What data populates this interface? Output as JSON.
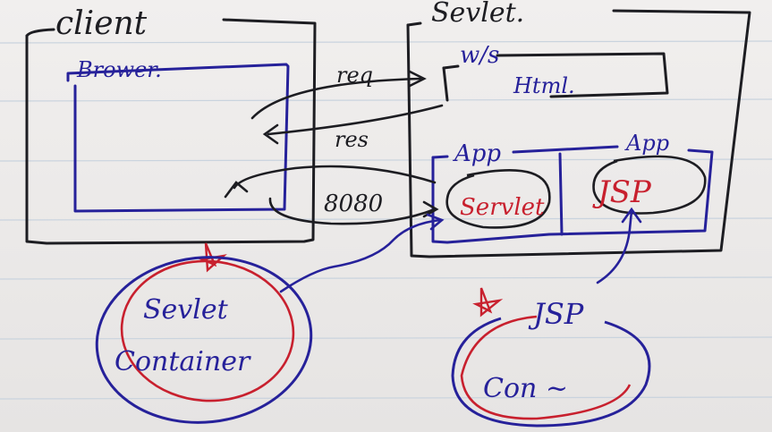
{
  "colors": {
    "ink_black": "#1d1d22",
    "ink_blue": "#26219a",
    "ink_red": "#c8202e",
    "paper": "#efedec",
    "ruled_line": "#c9d3de"
  },
  "client": {
    "title": "client",
    "browser_label": "Brower."
  },
  "server": {
    "title": "Sevlet.",
    "ws_label": "w/s",
    "html_label": "Html.",
    "app_left_label": "App",
    "app_right_label": "App",
    "servlet_label": "Servlet",
    "jsp_label": "JSP"
  },
  "arrows": {
    "request": "req",
    "response": "res",
    "port": "8080"
  },
  "servlet_container": {
    "line1": "Sevlet",
    "line2": "Container",
    "star_icon": "star-icon"
  },
  "jsp_container": {
    "line1": "JSP",
    "line2": "Con ~",
    "star_icon": "star-icon"
  }
}
